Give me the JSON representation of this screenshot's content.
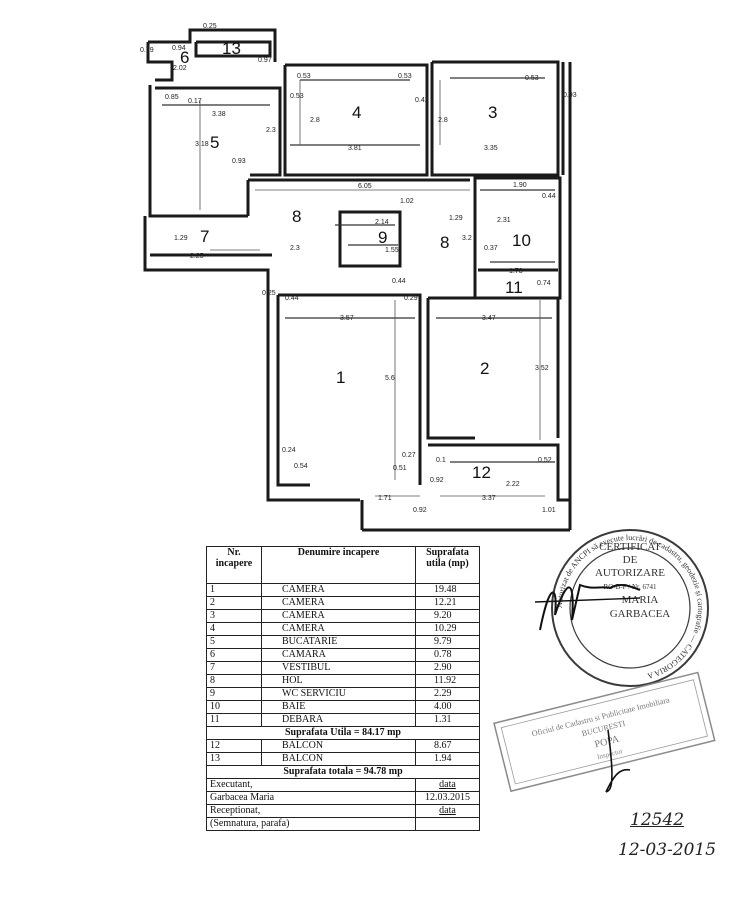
{
  "plan": {
    "rooms": [
      {
        "id": "13",
        "label": "13"
      },
      {
        "id": "6",
        "label": "6"
      },
      {
        "id": "5",
        "label": "5"
      },
      {
        "id": "4",
        "label": "4"
      },
      {
        "id": "3",
        "label": "3"
      },
      {
        "id": "8a",
        "label": "8"
      },
      {
        "id": "8b",
        "label": "8"
      },
      {
        "id": "7",
        "label": "7"
      },
      {
        "id": "9",
        "label": "9"
      },
      {
        "id": "10",
        "label": "10"
      },
      {
        "id": "11",
        "label": "11"
      },
      {
        "id": "1",
        "label": "1"
      },
      {
        "id": "2",
        "label": "2"
      },
      {
        "id": "12",
        "label": "12"
      }
    ],
    "dimensions": [
      "0.25",
      "0.94",
      "0.97",
      "0.79",
      "2.02",
      "0.85",
      "0.17",
      "3.38",
      "3.18",
      "2.3",
      "0.93",
      "0.53",
      "0.53",
      "2.8",
      "3.81",
      "0.42",
      "0.53",
      "2.8",
      "3.35",
      "0.53",
      "0.93",
      "6.05",
      "1.02",
      "1.90",
      "0.44",
      "2.31",
      "0.37",
      "1.73",
      "0.74",
      "2.14",
      "1.55",
      "1.29",
      "3.2",
      "1.29",
      "2.25",
      "2.3",
      "0.44",
      "0.29",
      "0.25",
      "0.44",
      "3.57",
      "5.6",
      "3.47",
      "3.52",
      "0.24",
      "0.54",
      "0.27",
      "0.51",
      "0.1",
      "0.92",
      "2.22",
      "0.52",
      "1.71",
      "3.37",
      "1.01",
      "0.92"
    ]
  },
  "table": {
    "headers": {
      "nr": "Nr. incapere",
      "name": "Denumire incapere",
      "area": "Suprafata utila (mp)"
    },
    "rows": [
      {
        "nr": "1",
        "name": "CAMERA",
        "area": "19.48"
      },
      {
        "nr": "2",
        "name": "CAMERA",
        "area": "12.21"
      },
      {
        "nr": "3",
        "name": "CAMERA",
        "area": "9.20"
      },
      {
        "nr": "4",
        "name": "CAMERA",
        "area": "10.29"
      },
      {
        "nr": "5",
        "name": "BUCATARIE",
        "area": "9.79"
      },
      {
        "nr": "6",
        "name": "CAMARA",
        "area": "0.78"
      },
      {
        "nr": "7",
        "name": "VESTIBUL",
        "area": "2.90"
      },
      {
        "nr": "8",
        "name": "HOL",
        "area": "11.92"
      },
      {
        "nr": "9",
        "name": "WC SERVICIU",
        "area": "2.29"
      },
      {
        "nr": "10",
        "name": "BAIE",
        "area": "4.00"
      },
      {
        "nr": "11",
        "name": "DEBARA",
        "area": "1.31"
      }
    ],
    "subtotal": "Suprafata Utila = 84.17 mp",
    "balconies": [
      {
        "nr": "12",
        "name": "BALCON",
        "area": "8.67"
      },
      {
        "nr": "13",
        "name": "BALCON",
        "area": "1.94"
      }
    ],
    "total": "Suprafata totala = 94.78 mp",
    "footer": [
      {
        "label": "Executant,",
        "value": "data"
      },
      {
        "label": "Garbacea Maria",
        "value": "12.03.2015"
      },
      {
        "label": "Receptionat,",
        "value": "data"
      },
      {
        "label": "(Semnatura, parafa)",
        "value": ""
      }
    ]
  },
  "stamp_round": {
    "lines": [
      "CERTIFICAT",
      "DE",
      "AUTORIZARE",
      "RO-B-F / Nr. 6741",
      "MARIA",
      "GARBACEA"
    ],
    "ring_text": "Autorizat de ANCPI să execute lucrări de cadastru, geodezie și cartografie — CATEGORIA A"
  },
  "stamp_rect": {
    "lines": [
      "Oficiul de Cadastru si Publicitate Imobiliara",
      "BUCURESTI",
      "POPA",
      "Inspector"
    ]
  },
  "handwritten": {
    "number": "12542",
    "date": "12-03-2015"
  }
}
